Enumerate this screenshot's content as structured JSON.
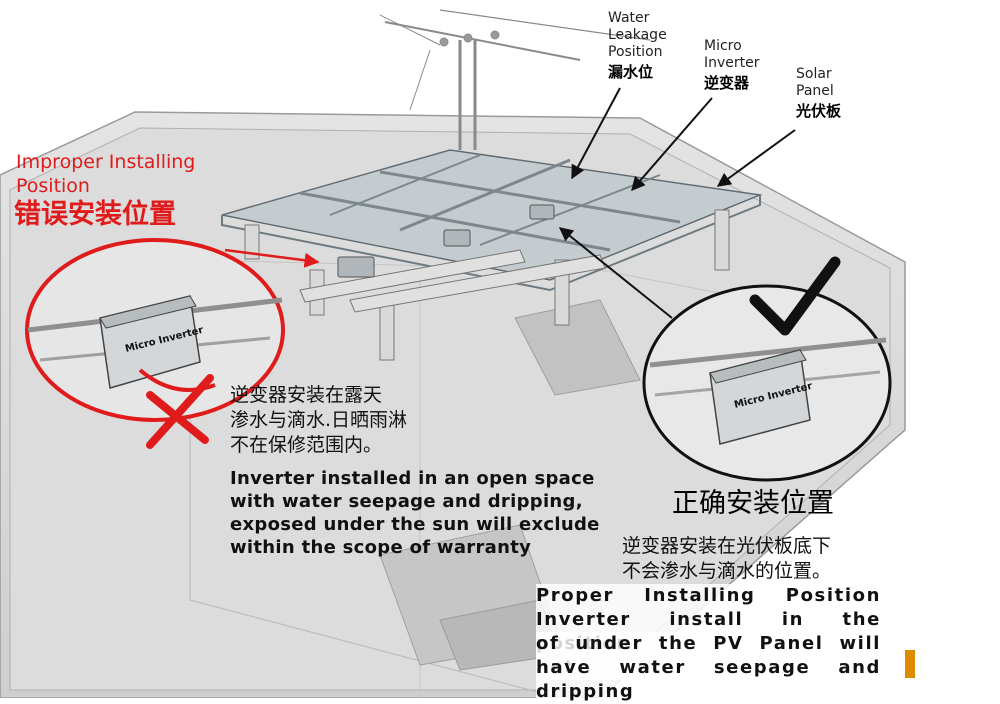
{
  "labels": {
    "water_leakage_en": "Water\nLeakage\nPosition",
    "water_leakage_cn": "漏水位",
    "micro_inverter_en": "Micro\nInverter",
    "micro_inverter_cn": "逆变器",
    "solar_panel_en": "Solar\nPanel",
    "solar_panel_cn": "光伏板"
  },
  "improper": {
    "title_en": "Improper Installing\nPosition",
    "title_cn": "错误安装位置",
    "note_cn": "逆变器安装在露天\n渗水与滴水.日晒雨淋\n不在保修范围内。",
    "note_en": "Inverter installed in an open space\nwith water seepage and dripping,\nexposed under the sun will exclude\nwithin the scope of warranty"
  },
  "proper": {
    "title_cn": "正确安装位置",
    "note_cn": "逆变器安装在光伏板底下\n不会渗水与滴水的位置。",
    "title_en": "Proper Installing Position",
    "note_en_lines": [
      "Inverter install in the position",
      "of under the PV Panel will not",
      "have water seepage and dripping"
    ]
  },
  "device": {
    "brand": "Micro Inverter"
  },
  "colors": {
    "red": "#e01b1b",
    "panel_fill": "#c3cbd0",
    "roof": "#d6d6d6",
    "dark_line": "#2a2a2a",
    "accent_orange": "#e08a00"
  }
}
